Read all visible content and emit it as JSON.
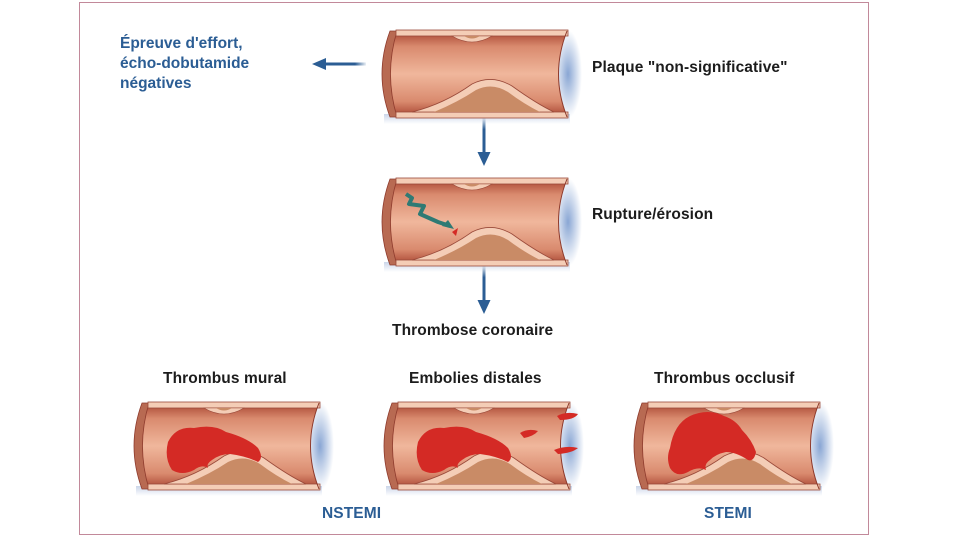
{
  "diagram": {
    "colors": {
      "frame": "#c2899a",
      "arrow": "#2b5d94",
      "label_dark": "#1c1c1c",
      "label_blue": "#2b5d94",
      "vessel_wall": "#a8483a",
      "vessel_lumen": "#e8a78e",
      "plaque": "#c98b66",
      "intima": "#f4cdb6",
      "thrombus": "#d42a25",
      "rupture_arrow": "#2f7a74"
    },
    "side_note": {
      "lines": [
        "Épreuve d'effort,",
        "écho-dobutamide",
        "négatives"
      ],
      "arrow_direction": "left"
    },
    "stages": [
      {
        "id": "plaque",
        "label": "Plaque \"non-significative\"",
        "icon": "artery-plaque-icon"
      },
      {
        "id": "rupture",
        "label": "Rupture/érosion",
        "icon": "artery-rupture-icon"
      },
      {
        "id": "thrombose",
        "label": "Thrombose coronaire"
      }
    ],
    "outcomes": [
      {
        "id": "mural",
        "label": "Thrombus mural",
        "icon": "artery-mural-thrombus-icon",
        "group": "NSTEMI"
      },
      {
        "id": "emboli",
        "label": "Embolies distales",
        "icon": "artery-distal-emboli-icon",
        "group": "NSTEMI"
      },
      {
        "id": "occlusif",
        "label": "Thrombus occlusif",
        "icon": "artery-occlusive-thrombus-icon",
        "group": "STEMI"
      }
    ],
    "groups": [
      {
        "label": "NSTEMI"
      },
      {
        "label": "STEMI"
      }
    ]
  }
}
